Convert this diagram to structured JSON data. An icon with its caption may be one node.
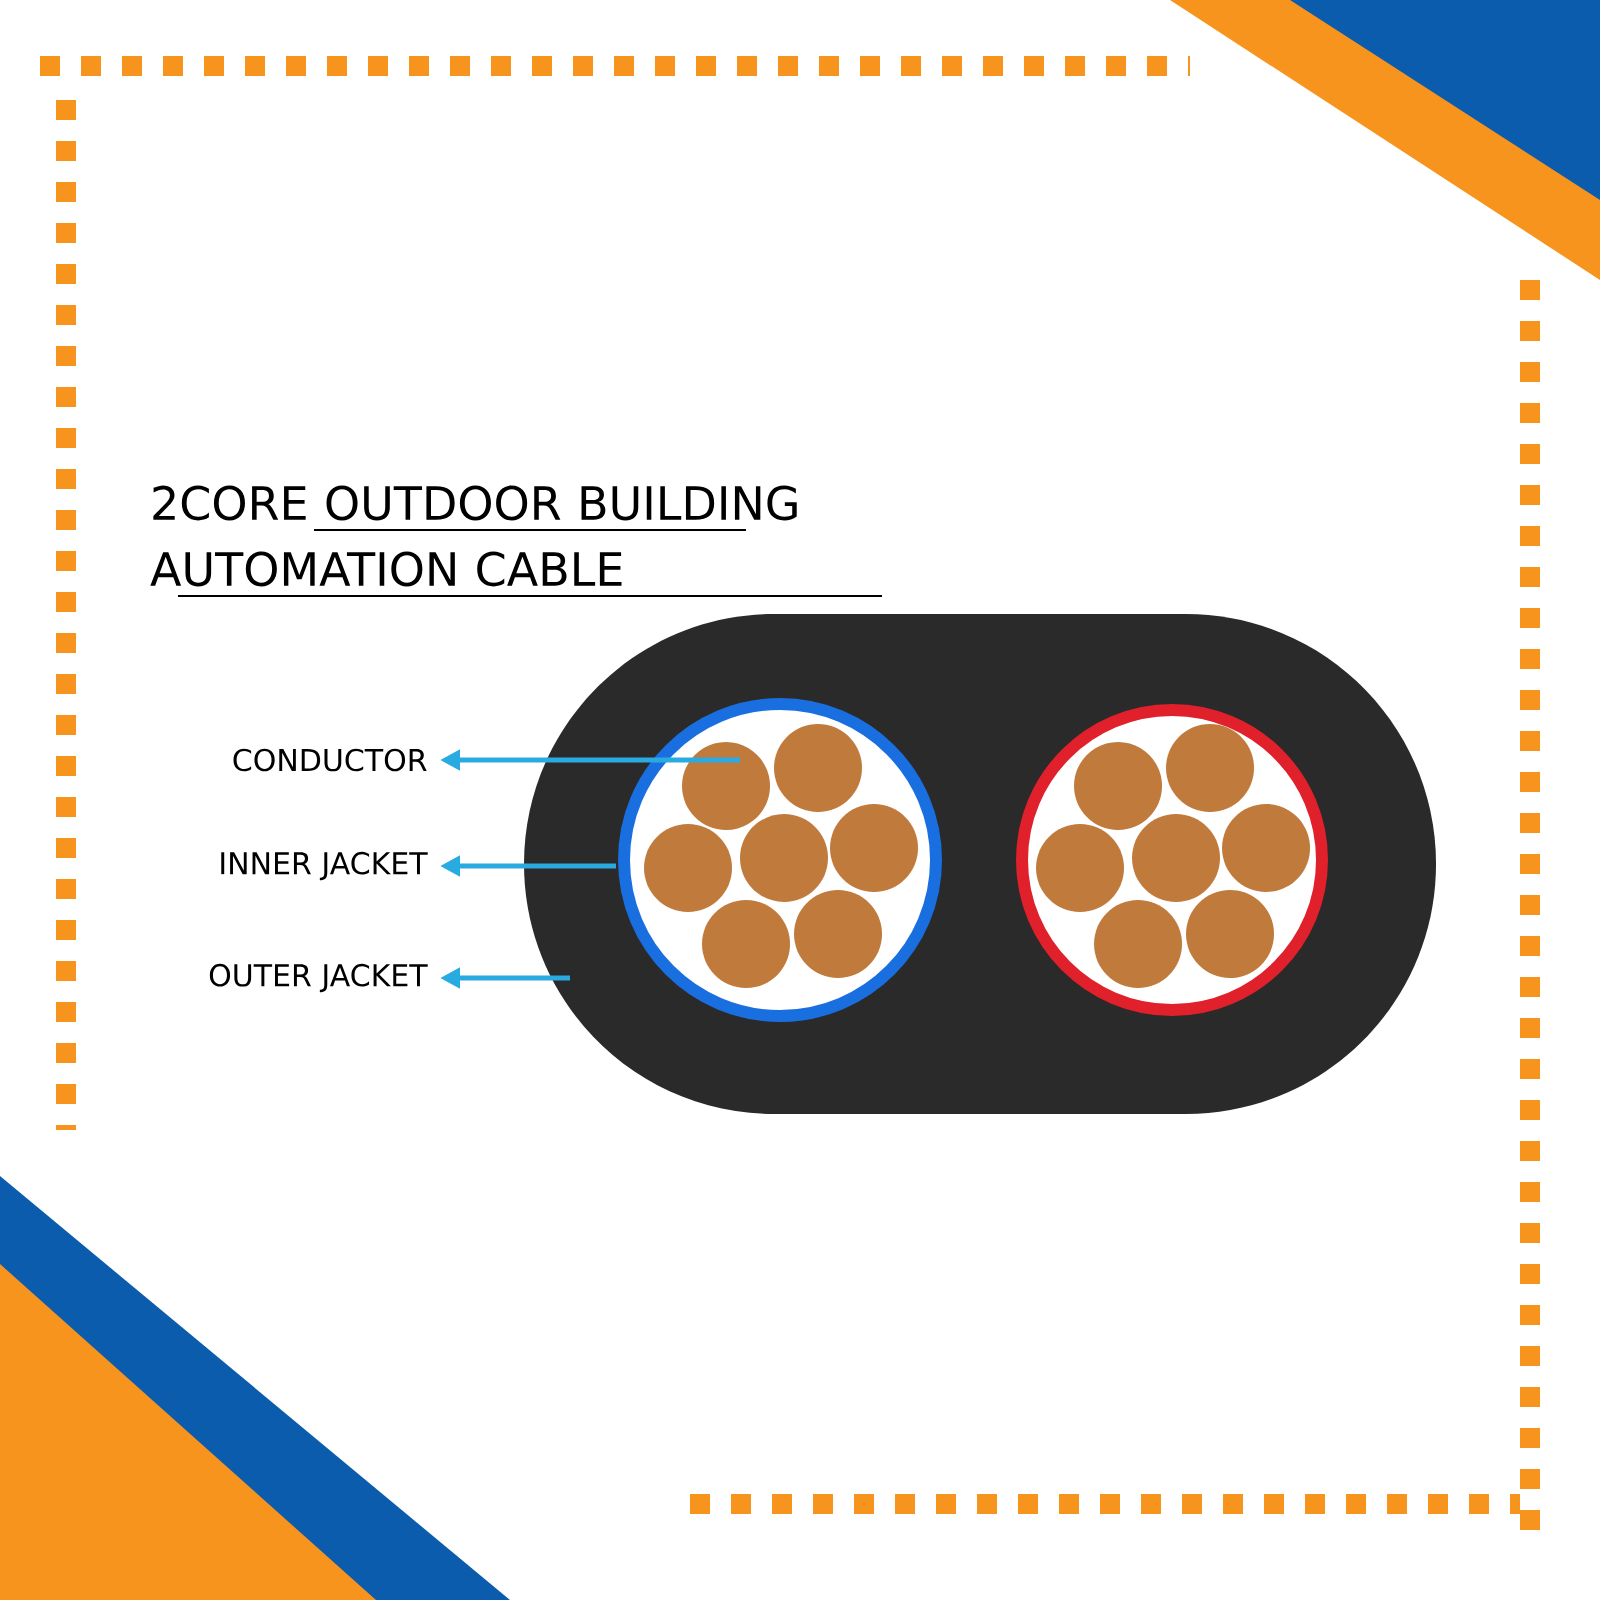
{
  "diagram": {
    "title": "2CORE OUTDOOR BUILDING AUTOMATION CABLE",
    "nodes": [
      {
        "text": [
          "CONDUCTOR"
        ]
      },
      {
        "text": [
          "INNER JACKET"
        ]
      },
      {
        "text": [
          "OUTER JACKET"
        ]
      },
      {
        "text": [],
        "shape": "box"
      },
      {
        "text": [],
        "shape": "circle",
        "in": 3
      },
      {
        "text": [],
        "shape": "circle",
        "in": 4
      }
    ],
    "edges": [
      {
        "from": 5,
        "to": 0,
        "arrow": "to"
      },
      {
        "from": 4,
        "to": 1,
        "arrow": "to"
      },
      {
        "from": 3,
        "to": 2,
        "arrow": "to"
      }
    ]
  }
}
